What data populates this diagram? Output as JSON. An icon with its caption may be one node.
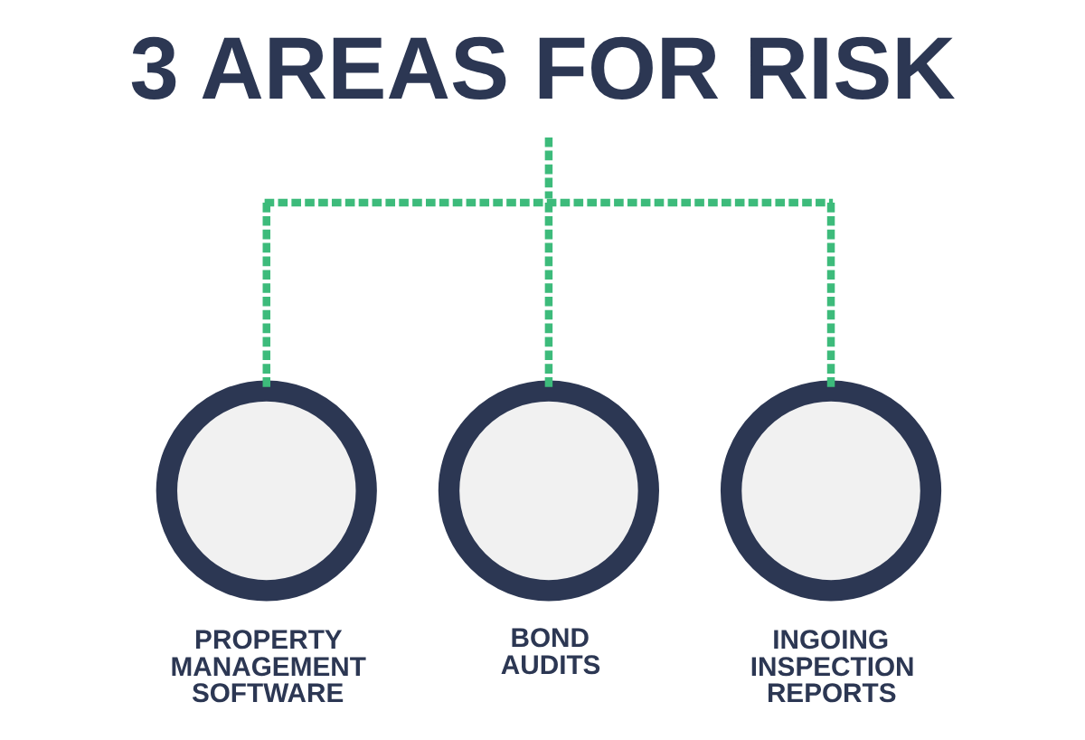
{
  "diagram": {
    "title": "3 AREAS FOR RISK",
    "nodes": [
      {
        "text": [],
        "shape": "bar"
      },
      {
        "text": [
          "PROPERTY MANAGEMENT SOFTWARE"
        ]
      },
      {
        "text": [
          "BOND AUDITS"
        ]
      },
      {
        "text": [
          "INGOING INSPECTION REPORTS"
        ]
      }
    ],
    "edges": [
      {
        "from": null,
        "to": 0,
        "arrow": "none",
        "style": "dashed"
      },
      {
        "from": 0,
        "to": 1,
        "arrow": "none",
        "style": "dashed"
      },
      {
        "from": 0,
        "to": 2,
        "arrow": "none",
        "style": "dashed"
      },
      {
        "from": 0,
        "to": 3,
        "arrow": "none",
        "style": "dashed"
      }
    ]
  }
}
